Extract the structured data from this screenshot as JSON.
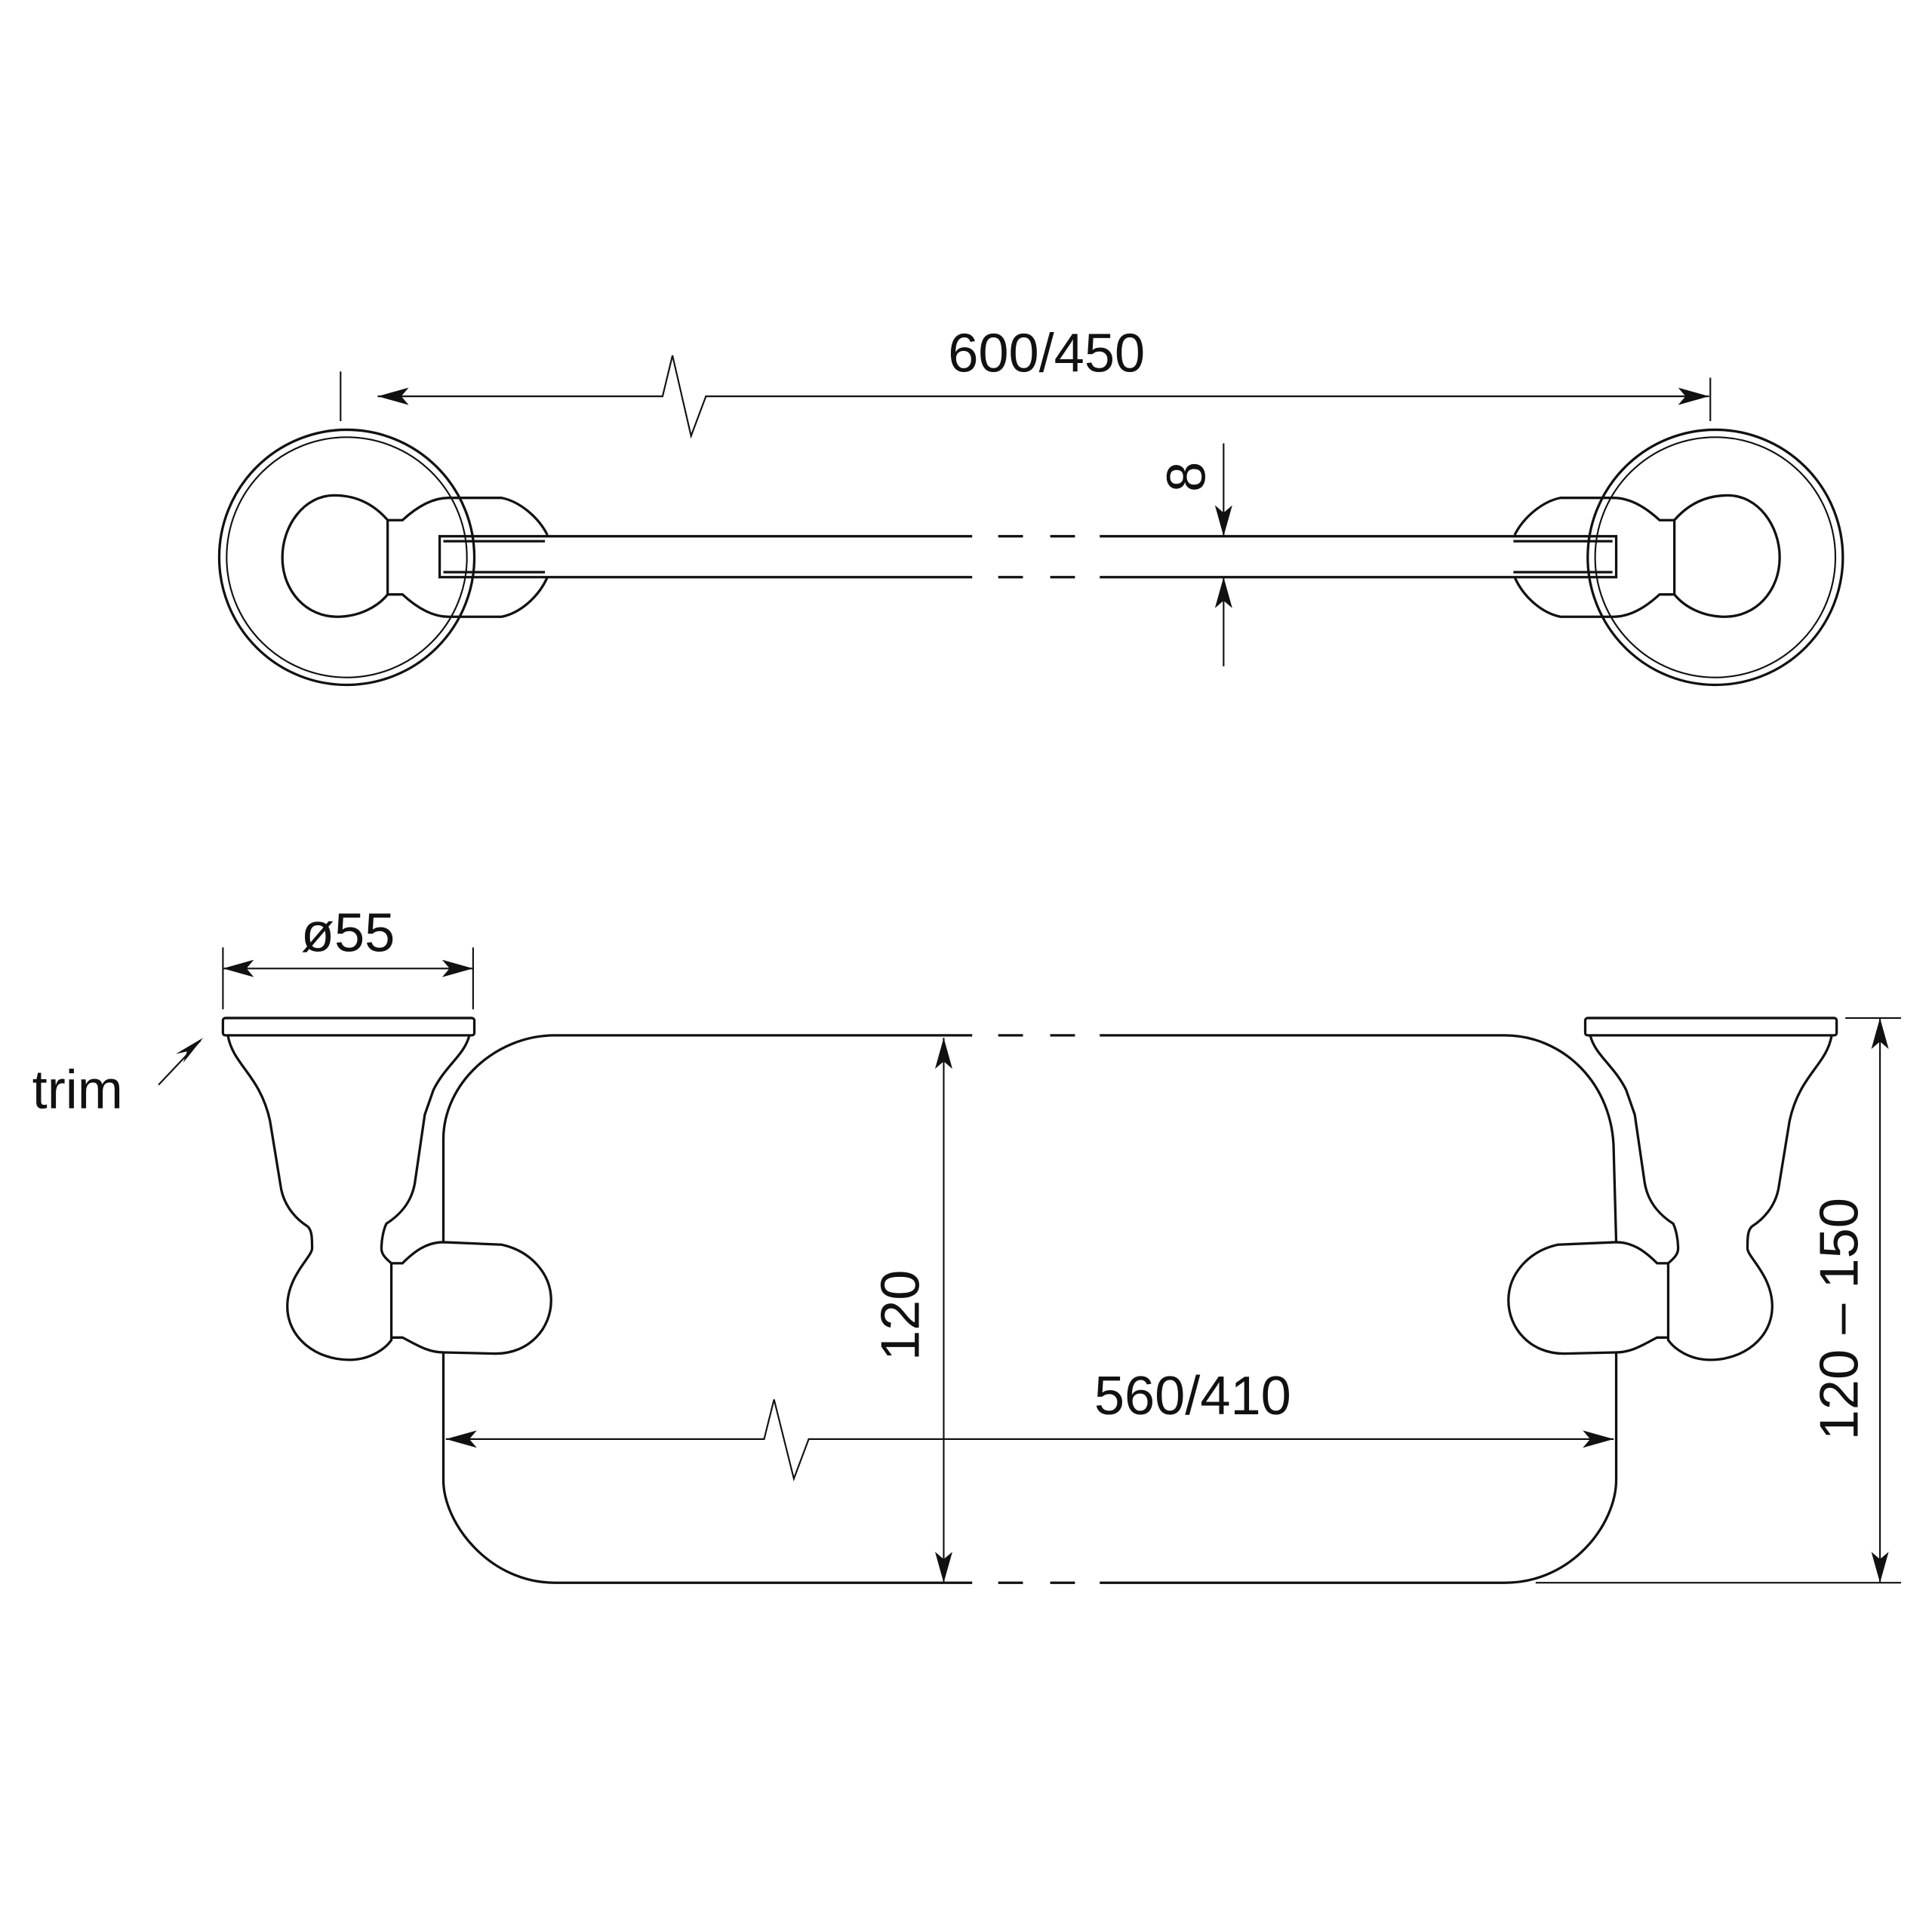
{
  "drawing": {
    "top_view": {
      "overall_length": "600/450",
      "bar_thickness": "8"
    },
    "front_view": {
      "base_diameter": "ø55",
      "trim_label": "trim",
      "bar_projection": "120",
      "inner_length": "560/410",
      "wall_projection": "120 – 150"
    },
    "line_color": "#111111"
  }
}
